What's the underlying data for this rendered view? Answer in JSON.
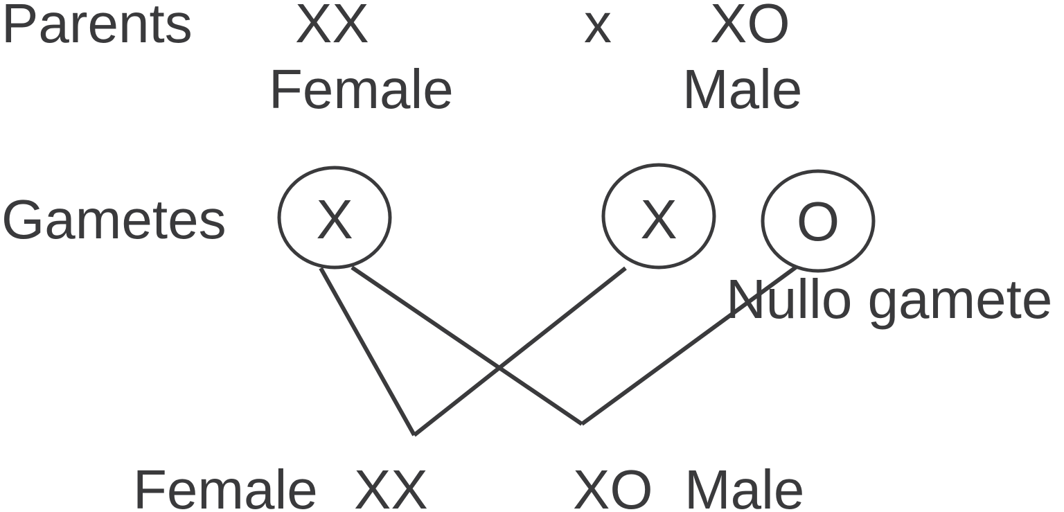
{
  "colors": {
    "ink": "#3a3a3c",
    "background": "#ffffff"
  },
  "parents_row": {
    "label": "Parents",
    "mother": {
      "genotype": "XX",
      "sex": "Female"
    },
    "cross_symbol": "x",
    "father": {
      "genotype": "XO",
      "sex": "Male"
    }
  },
  "gametes_row": {
    "label": "Gametes",
    "maternal_gamete": "X",
    "paternal_gamete_x": "X",
    "paternal_gamete_o": "O",
    "nullo_label": "Nullo gamete"
  },
  "offspring_row": {
    "female": {
      "sex_label": "Female",
      "genotype": "XX"
    },
    "male": {
      "genotype": "XO",
      "sex_label": "Male"
    }
  }
}
